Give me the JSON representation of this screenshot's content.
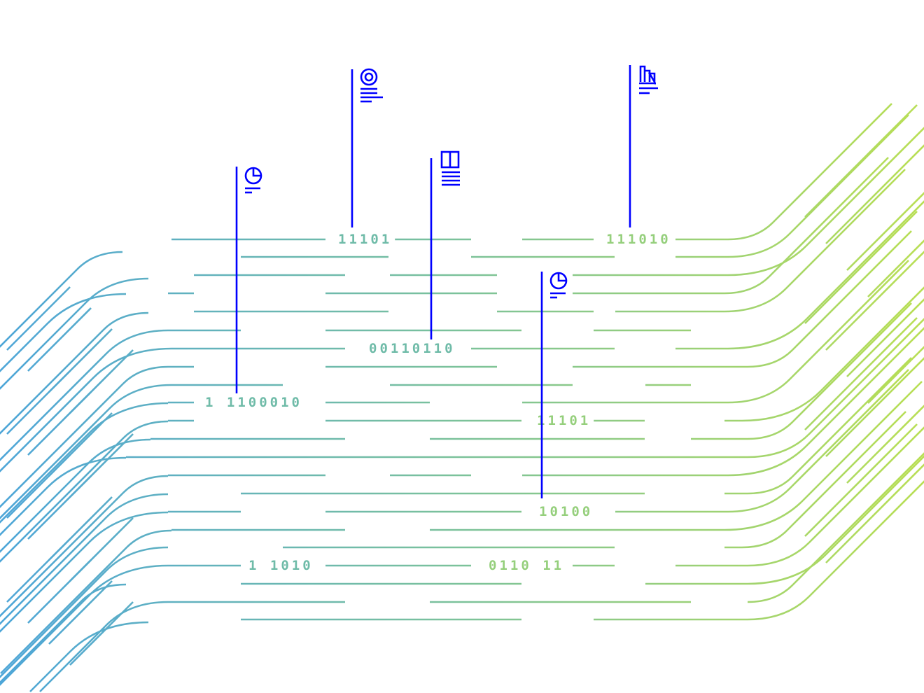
{
  "colors": {
    "line_start": "#4ea6d8",
    "line_mid": "#7cc29a",
    "line_end": "#b9df55",
    "flag": "#0000ff",
    "background": "#ffffff"
  },
  "binary_labels": [
    "11101",
    "111010",
    "00110110",
    "1 1100010",
    "11101",
    "10100",
    "1 1010",
    "0110 11"
  ],
  "flags": [
    {
      "icon": "pie-chart-icon"
    },
    {
      "icon": "target-icon"
    },
    {
      "icon": "panel-layout-icon"
    },
    {
      "icon": "bar-chart-icon"
    },
    {
      "icon": "pie-chart-icon"
    }
  ]
}
